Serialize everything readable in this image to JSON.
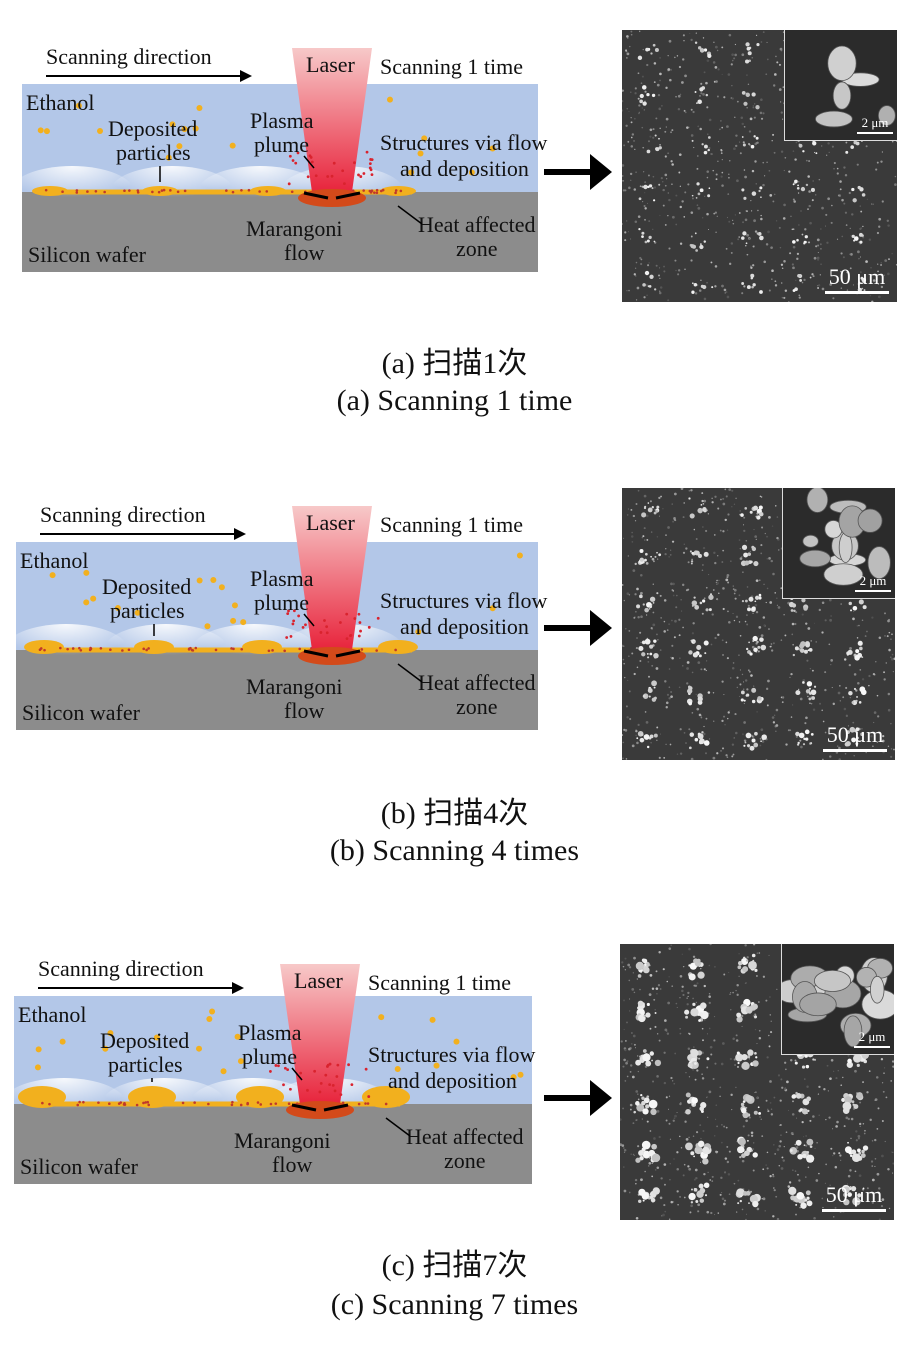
{
  "labels": {
    "scanning_direction": "Scanning direction",
    "laser": "Laser",
    "scanning_time": "Scanning 1 time",
    "ethanol": "Ethanol",
    "deposited_1": "Deposited",
    "deposited_2": "particles",
    "plasma_1": "Plasma",
    "plasma_2": "plume",
    "structures_1": "Structures via flow",
    "structures_2": "and deposition",
    "marangoni_1": "Marangoni",
    "marangoni_2": "flow",
    "heat_1": "Heat affected",
    "heat_2": "zone",
    "silicon": "Silicon wafer",
    "scale_main": "50 μm",
    "scale_inset": "2 μm"
  },
  "panels": [
    {
      "caption_cn": "(a) 扫描1次",
      "caption_en": "(a) Scanning 1 time",
      "bumps": 1
    },
    {
      "caption_cn": "(b) 扫描4次",
      "caption_en": "(b) Scanning 4 times",
      "bumps": 4
    },
    {
      "caption_cn": "(c) 扫描7次",
      "caption_en": "(c) Scanning 7 times",
      "bumps": 7
    }
  ],
  "colors": {
    "ethanol": "#b3c7e8",
    "silicon": "#8c8c8c",
    "particle": "#f2b01e",
    "laser_top": "#f7c9c9",
    "laser_bottom": "#e8243c",
    "arrow": "#000000"
  }
}
